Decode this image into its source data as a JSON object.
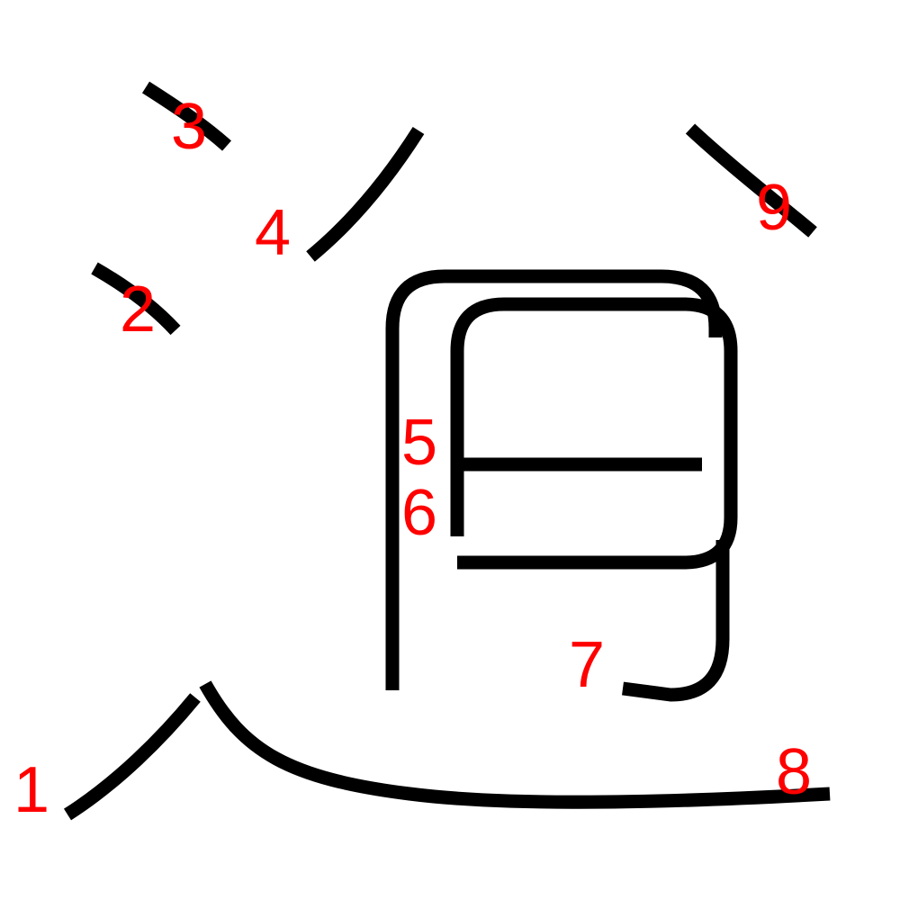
{
  "stroke_color": "#000000",
  "label_color": "#ff0000",
  "background_color": "#ffffff",
  "strokes": [
    {
      "label": "1"
    },
    {
      "label": "2"
    },
    {
      "label": "3"
    },
    {
      "label": "4"
    },
    {
      "label": "5"
    },
    {
      "label": "6"
    },
    {
      "label": "7"
    },
    {
      "label": "8"
    },
    {
      "label": "9"
    }
  ]
}
